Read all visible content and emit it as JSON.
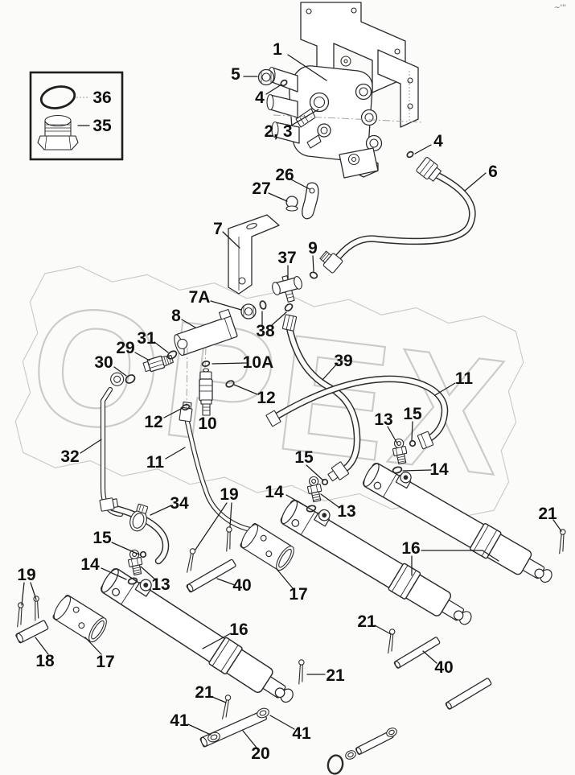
{
  "watermark": {
    "text": "OPEX"
  },
  "corner_mark": "~'''",
  "colors": {
    "line": "#2b2b2b",
    "watermark": "#c9c9c9",
    "background": "#fbfbf9",
    "label": "#101010"
  },
  "inset": {
    "items": [
      {
        "id": "36",
        "part": "o-ring"
      },
      {
        "id": "35",
        "part": "hex-plug"
      }
    ]
  },
  "callouts": {
    "n1": "1",
    "n2_3": "2, 3",
    "n4a": "4",
    "n4b": "4",
    "n5": "5",
    "n6": "6",
    "n7": "7",
    "n7a": "7A",
    "n8": "8",
    "n9": "9",
    "n10": "10",
    "n10a": "10A",
    "n11a": "11",
    "n11b": "11",
    "n12a": "12",
    "n12b": "12",
    "n13a": "13",
    "n13b": "13",
    "n13c": "13",
    "n14a": "14",
    "n14b": "14",
    "n14c": "14",
    "n15a": "15",
    "n15b": "15",
    "n15c": "15",
    "n16a": "16",
    "n16b": "16",
    "n17a": "17",
    "n17b": "17",
    "n18": "18",
    "n19a": "19",
    "n19b": "19",
    "n20": "20",
    "n21a": "21",
    "n21b": "21",
    "n21c": "21",
    "n21d": "21",
    "n26": "26",
    "n27": "27",
    "n29": "29",
    "n30": "30",
    "n31": "31",
    "n32": "32",
    "n34": "34",
    "n35": "35",
    "n36": "36",
    "n37": "37",
    "n38": "38",
    "n39": "39",
    "n40a": "40",
    "n40b": "40",
    "n41a": "41",
    "n41b": "41"
  }
}
